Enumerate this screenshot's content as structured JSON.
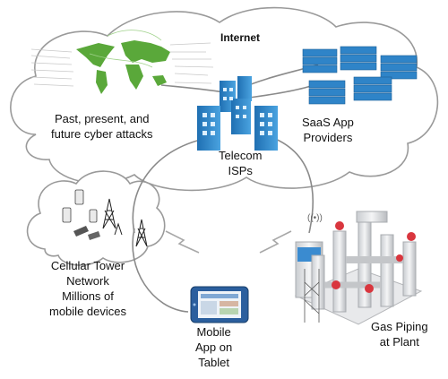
{
  "internet_title": "Internet",
  "cyber_attacks": {
    "line1": "Past, present, and",
    "line2": "future cyber attacks"
  },
  "saas": {
    "line1": "SaaS App",
    "line2": "Providers"
  },
  "telecom": {
    "line1": "Telecom",
    "line2": "ISPs"
  },
  "cellular": {
    "line1": "Cellular Tower",
    "line2": "Network",
    "line3": "Millions of",
    "line4": "mobile devices"
  },
  "mobile_app": {
    "line1": "Mobile",
    "line2": "App on",
    "line3": "Tablet"
  },
  "gas_plant": {
    "line1": "Gas Piping",
    "line2": "at Plant"
  },
  "colors": {
    "building_blue": "#2e86c9",
    "server_blue": "#2f84c8",
    "map_green": "#5aa83a",
    "link_gray": "#8a8a8a",
    "pipe_red": "#d9363e"
  }
}
